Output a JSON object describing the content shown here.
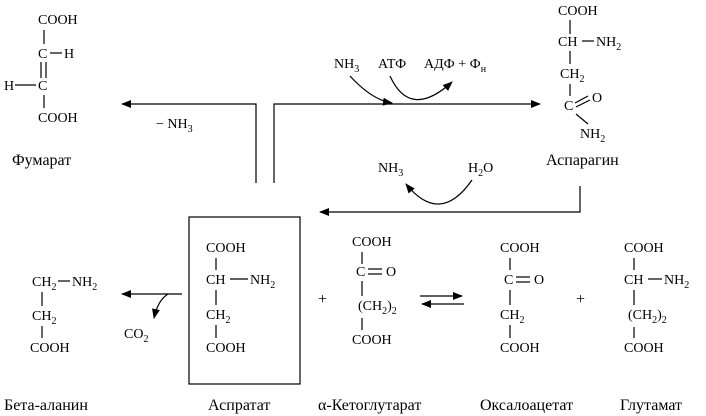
{
  "chem": {
    "cooh": "COOH",
    "ch": "CH",
    "nh2": "NH",
    "sub2": "2",
    "c": "C",
    "o": "O",
    "h": "H",
    "ch2": "CH",
    "ch2_paren": "(CH",
    "close_paren_2": ")",
    "nh3": "NH",
    "sub3": "3",
    "minus_nh3": "− NH",
    "atf": "АТФ",
    "adf_fn": "АДФ + Ф",
    "sub_n": "н",
    "h2o_h": "H",
    "h2o_o": "O",
    "co2": "CO",
    "plus": "+"
  },
  "labels": {
    "fumarate": "Фумарат",
    "asparagine": "Аспарагин",
    "beta_alanine": "Бета-аланин",
    "aspartate": "Аспратат",
    "ketoglutarate": "α-Кетоглутарат",
    "oxaloacetate": "Оксалоацетат",
    "glutamate": "Глутамат"
  }
}
